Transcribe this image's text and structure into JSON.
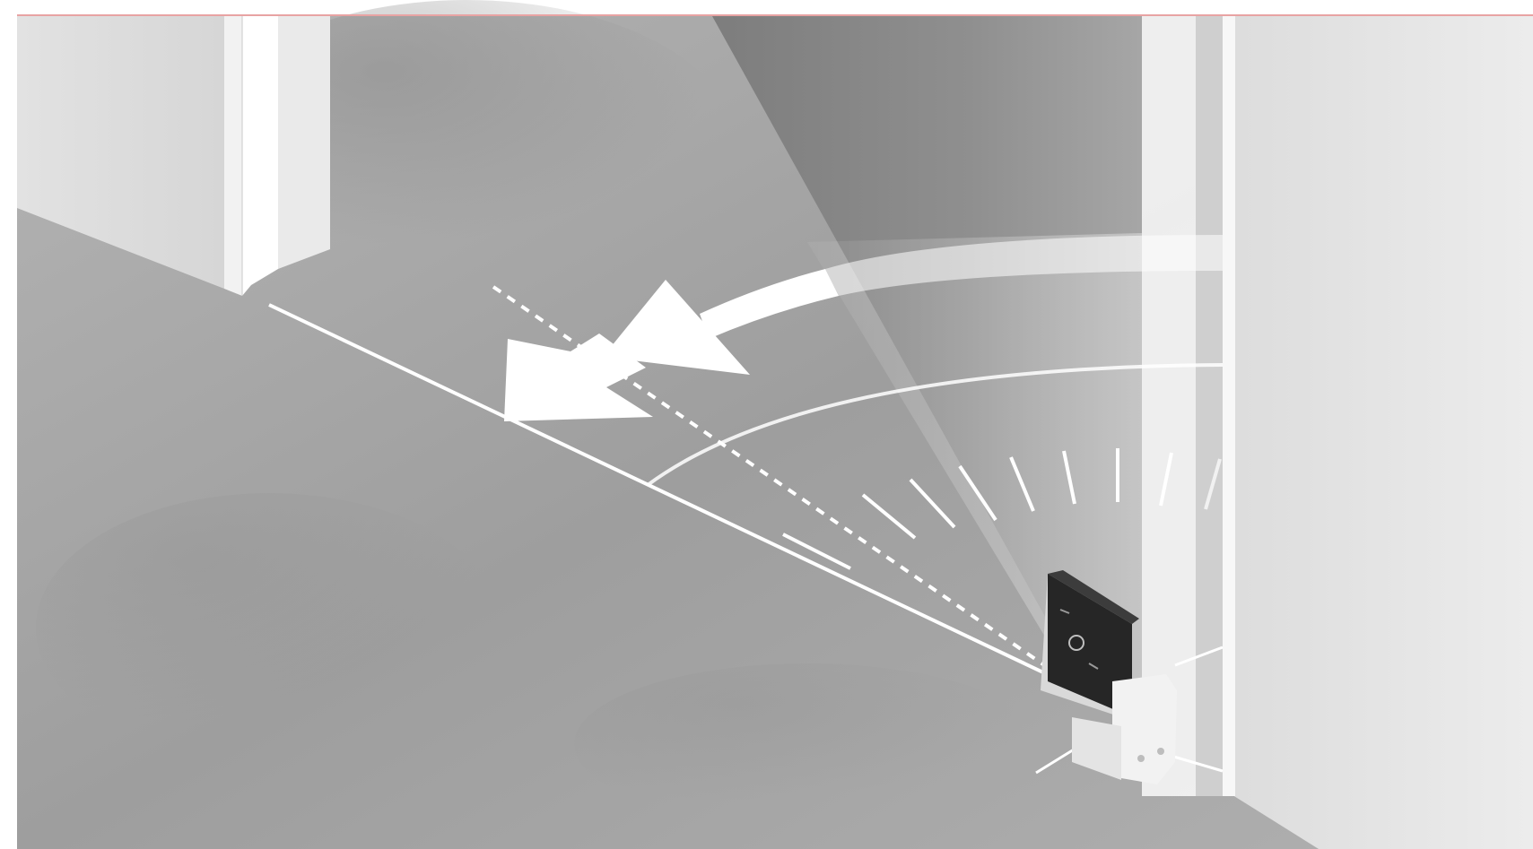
{
  "illustration": {
    "subject": "door-closer-sensor-diagram",
    "accent_color": "#e8a3a3",
    "floor_color": "#a3a3a3",
    "wall_color": "#e6e6e6",
    "door_color": "#8c8c8c",
    "marking_color": "#ffffff",
    "sensor_color": "#2a2a2a",
    "icons": [
      "door-swing-arrow",
      "large-direction-arrow",
      "sensor-device"
    ]
  }
}
